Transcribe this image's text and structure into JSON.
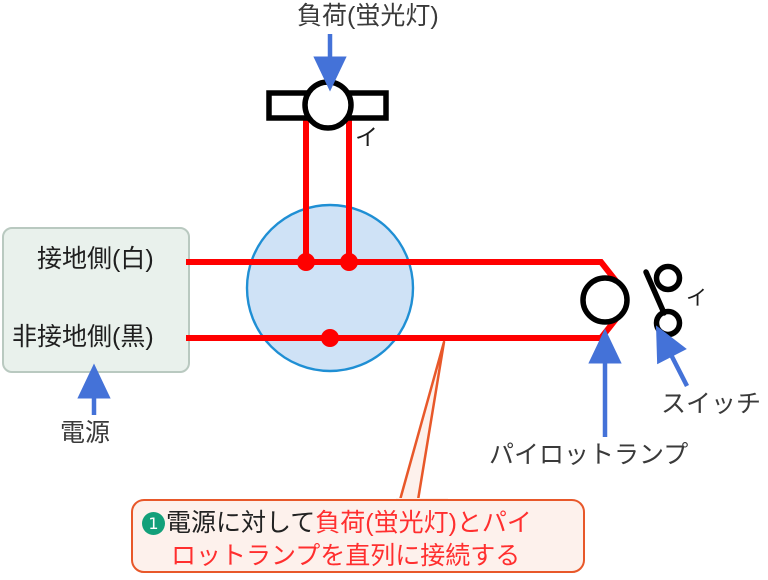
{
  "diagram": {
    "title_label": "負荷(蛍光灯)",
    "labels": {
      "load": "負荷(蛍光灯)",
      "load_mark": "イ",
      "switch_mark": "イ",
      "ground_side": "接地側(白)",
      "hot_side": "非接地側(黒)",
      "power_source": "電源",
      "pilot_lamp": "パイロットランプ",
      "switch": "スイッチ"
    },
    "callout": {
      "number": "1",
      "line1_black": "電源に対して",
      "line1_red": "負荷(蛍光灯)とパイ",
      "line2_red": "ロットランプを直列に接続する"
    },
    "colors": {
      "wire_red": "#ff0000",
      "junction_fill": "#cfe2f6",
      "junction_stroke": "#1f8fd4",
      "arrow_blue": "#4472d8",
      "callout_border": "#e8582a",
      "callout_fill": "#fdf1ec",
      "callout_text_red": "#ff2f2f",
      "badge_green": "#12a07a",
      "source_box_fill": "#e9f1ec",
      "source_box_stroke": "#b9c9c0",
      "symbol_black": "#000000"
    }
  }
}
